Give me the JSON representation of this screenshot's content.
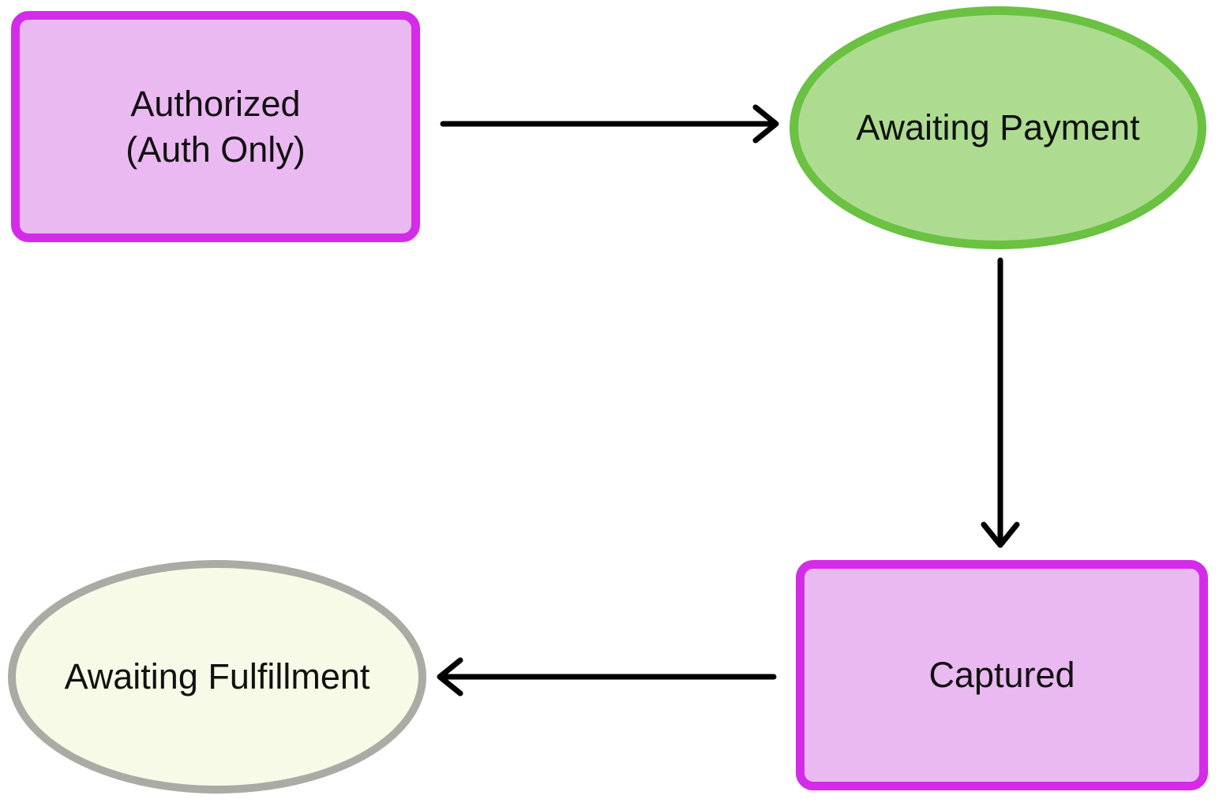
{
  "diagram": {
    "type": "flowchart",
    "background": "#ffffff",
    "edge_color": "#000000",
    "nodes": [
      {
        "id": "authorized",
        "label": "Authorized\n(Auth Only)",
        "shape": "rounded-rectangle",
        "fill": "#ebb9f2",
        "stroke": "#d42be8"
      },
      {
        "id": "awaiting-payment",
        "label": "Awaiting Payment",
        "shape": "ellipse",
        "fill": "#addc91",
        "stroke": "#6ac142"
      },
      {
        "id": "captured",
        "label": "Captured",
        "shape": "rounded-rectangle",
        "fill": "#ebb9f2",
        "stroke": "#d42be8"
      },
      {
        "id": "awaiting-fulfillment",
        "label": "Awaiting Fulfillment",
        "shape": "ellipse",
        "fill": "#f8fae8",
        "stroke": "#ababa5"
      }
    ],
    "edges": [
      {
        "from": "authorized",
        "to": "awaiting-payment",
        "direction": "right"
      },
      {
        "from": "awaiting-payment",
        "to": "captured",
        "direction": "down"
      },
      {
        "from": "captured",
        "to": "awaiting-fulfillment",
        "direction": "left"
      }
    ]
  }
}
